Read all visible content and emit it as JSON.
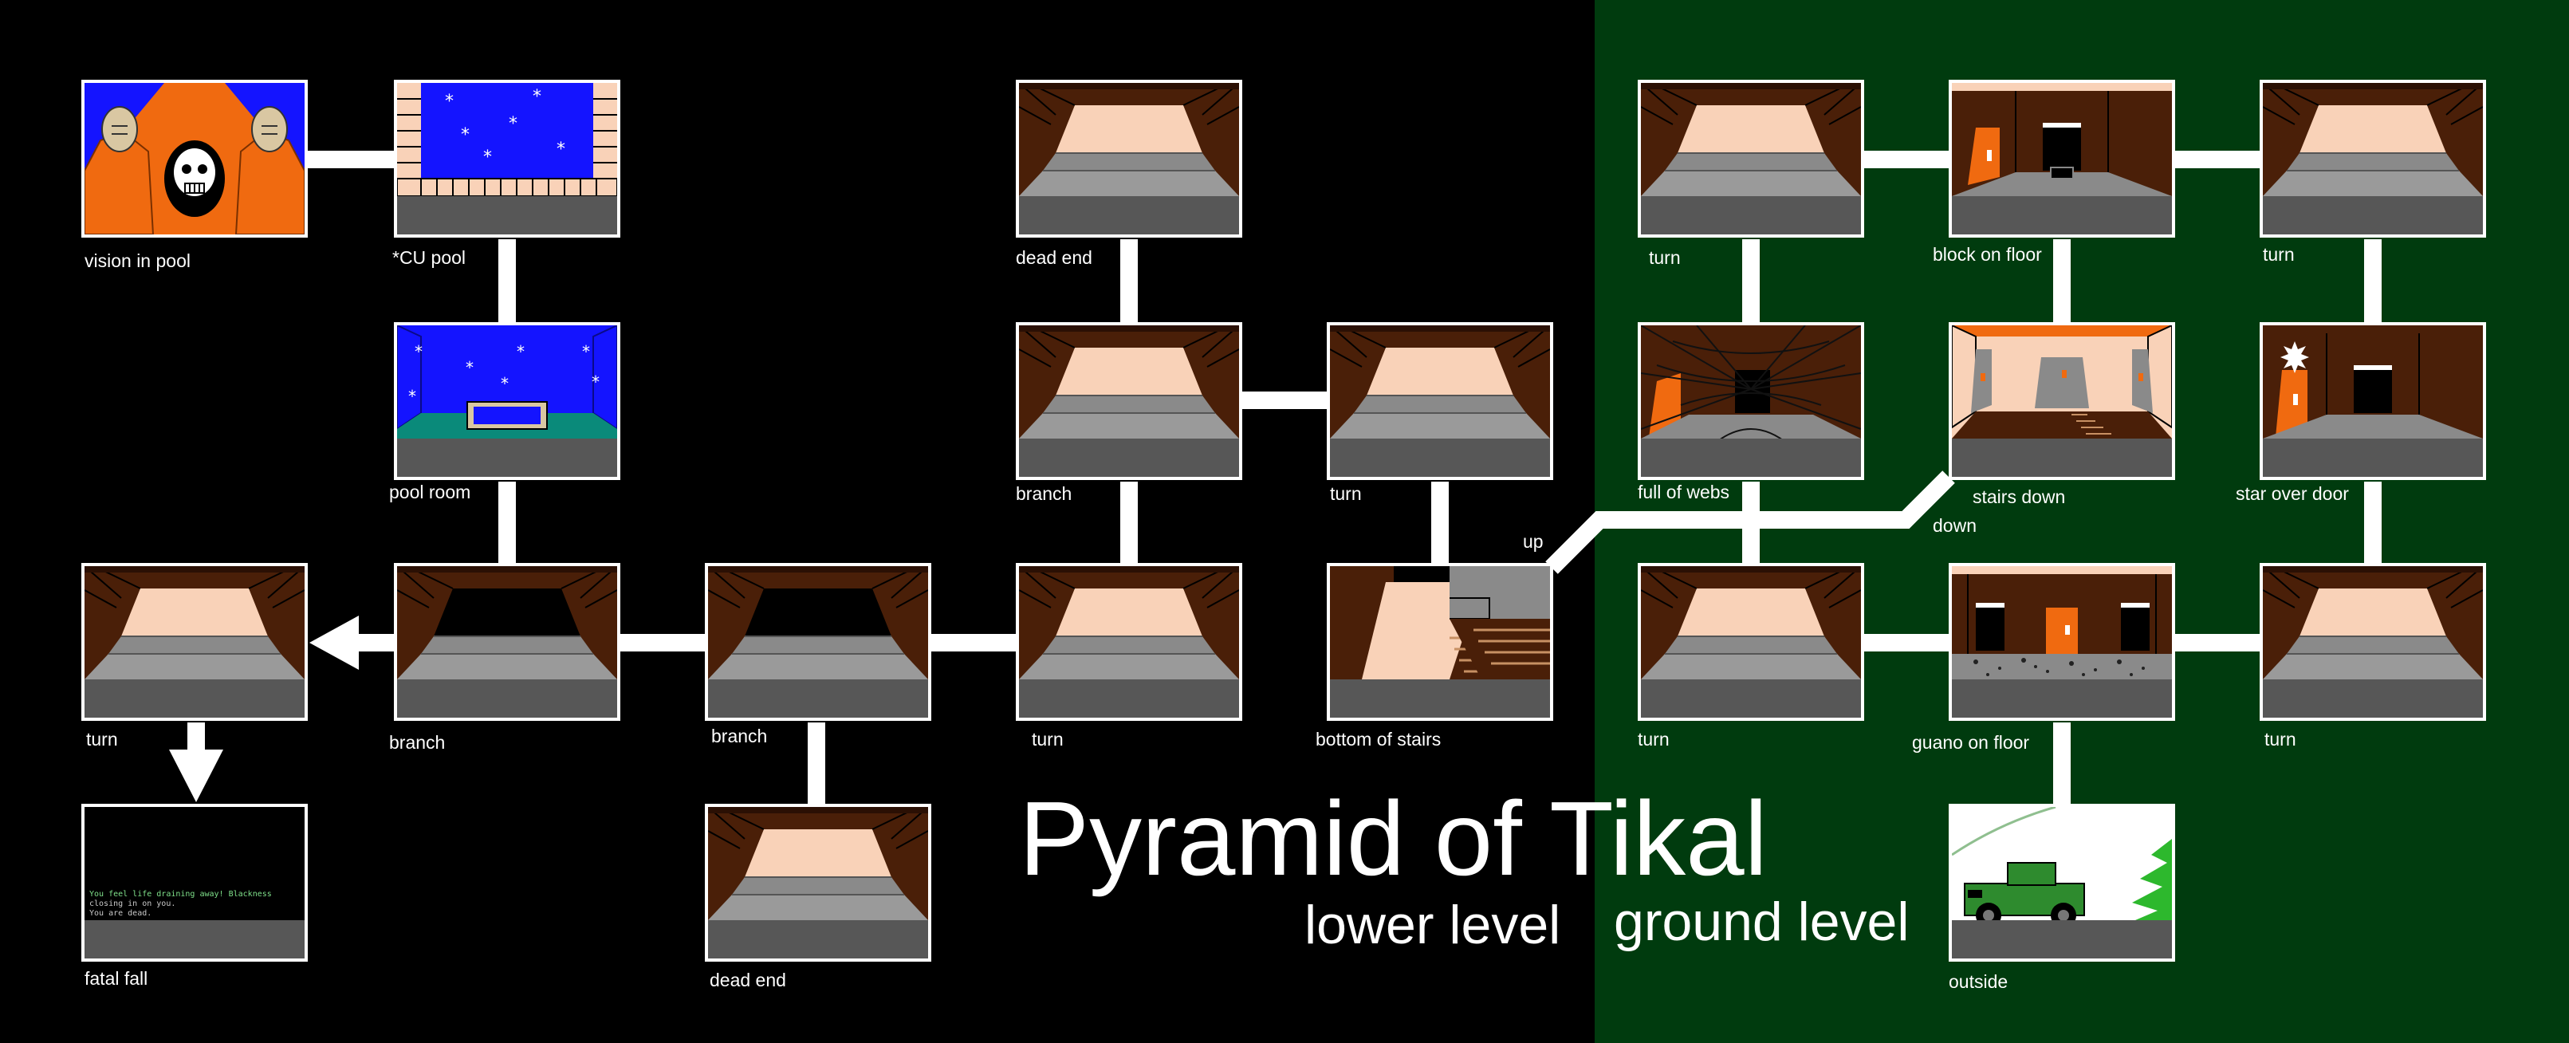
{
  "map": {
    "title": "Pyramid of Tikal",
    "subtitle_lower": "lower level",
    "subtitle_ground": "ground level",
    "colors": {
      "lower_bg": "#000000",
      "ground_bg": "#003b0e",
      "connector": "#ffffff",
      "frame": "#ffffff"
    }
  },
  "rooms": {
    "vision_in_pool": {
      "label": "vision in pool",
      "scene": "skull-vision"
    },
    "cu_pool": {
      "label": "*CU pool",
      "scene": "pool-closeup"
    },
    "pool_room": {
      "label": "pool room",
      "scene": "pool-room"
    },
    "dead_end_top": {
      "label": "dead end",
      "scene": "corridor"
    },
    "branch_mid": {
      "label": "branch",
      "scene": "corridor"
    },
    "turn_mid": {
      "label": "turn",
      "scene": "corridor"
    },
    "turn_far_left": {
      "label": "turn",
      "scene": "corridor"
    },
    "branch_left": {
      "label": "branch",
      "scene": "corridor-dark"
    },
    "branch_center": {
      "label": "branch",
      "scene": "corridor-dark"
    },
    "turn_center": {
      "label": "turn",
      "scene": "corridor"
    },
    "bottom_of_stairs": {
      "label": "bottom of stairs",
      "scene": "stairs-up"
    },
    "fatal_fall": {
      "label": "fatal fall",
      "scene": "death-screen",
      "text_lines": [
        "You feel life draining away! Blackness",
        "closing in on you.",
        "You are dead."
      ]
    },
    "dead_end_bottom": {
      "label": "dead end",
      "scene": "corridor"
    },
    "turn_g1": {
      "label": "turn",
      "scene": "corridor"
    },
    "block_on_floor": {
      "label": "block on floor",
      "scene": "block-room"
    },
    "turn_g2": {
      "label": "turn",
      "scene": "corridor"
    },
    "full_of_webs": {
      "label": "full of webs",
      "scene": "web-room"
    },
    "stairs_down": {
      "label": "stairs down",
      "scene": "stairs-down-room"
    },
    "star_over_door": {
      "label": "star over door",
      "scene": "star-door-room"
    },
    "turn_g3": {
      "label": "turn",
      "scene": "corridor"
    },
    "guano_on_floor": {
      "label": "guano on floor",
      "scene": "guano-room"
    },
    "turn_g4": {
      "label": "turn",
      "scene": "corridor"
    },
    "outside": {
      "label": "outside",
      "scene": "jeep-outside"
    }
  },
  "connectors": {
    "up_label": "up",
    "down_label": "down"
  }
}
